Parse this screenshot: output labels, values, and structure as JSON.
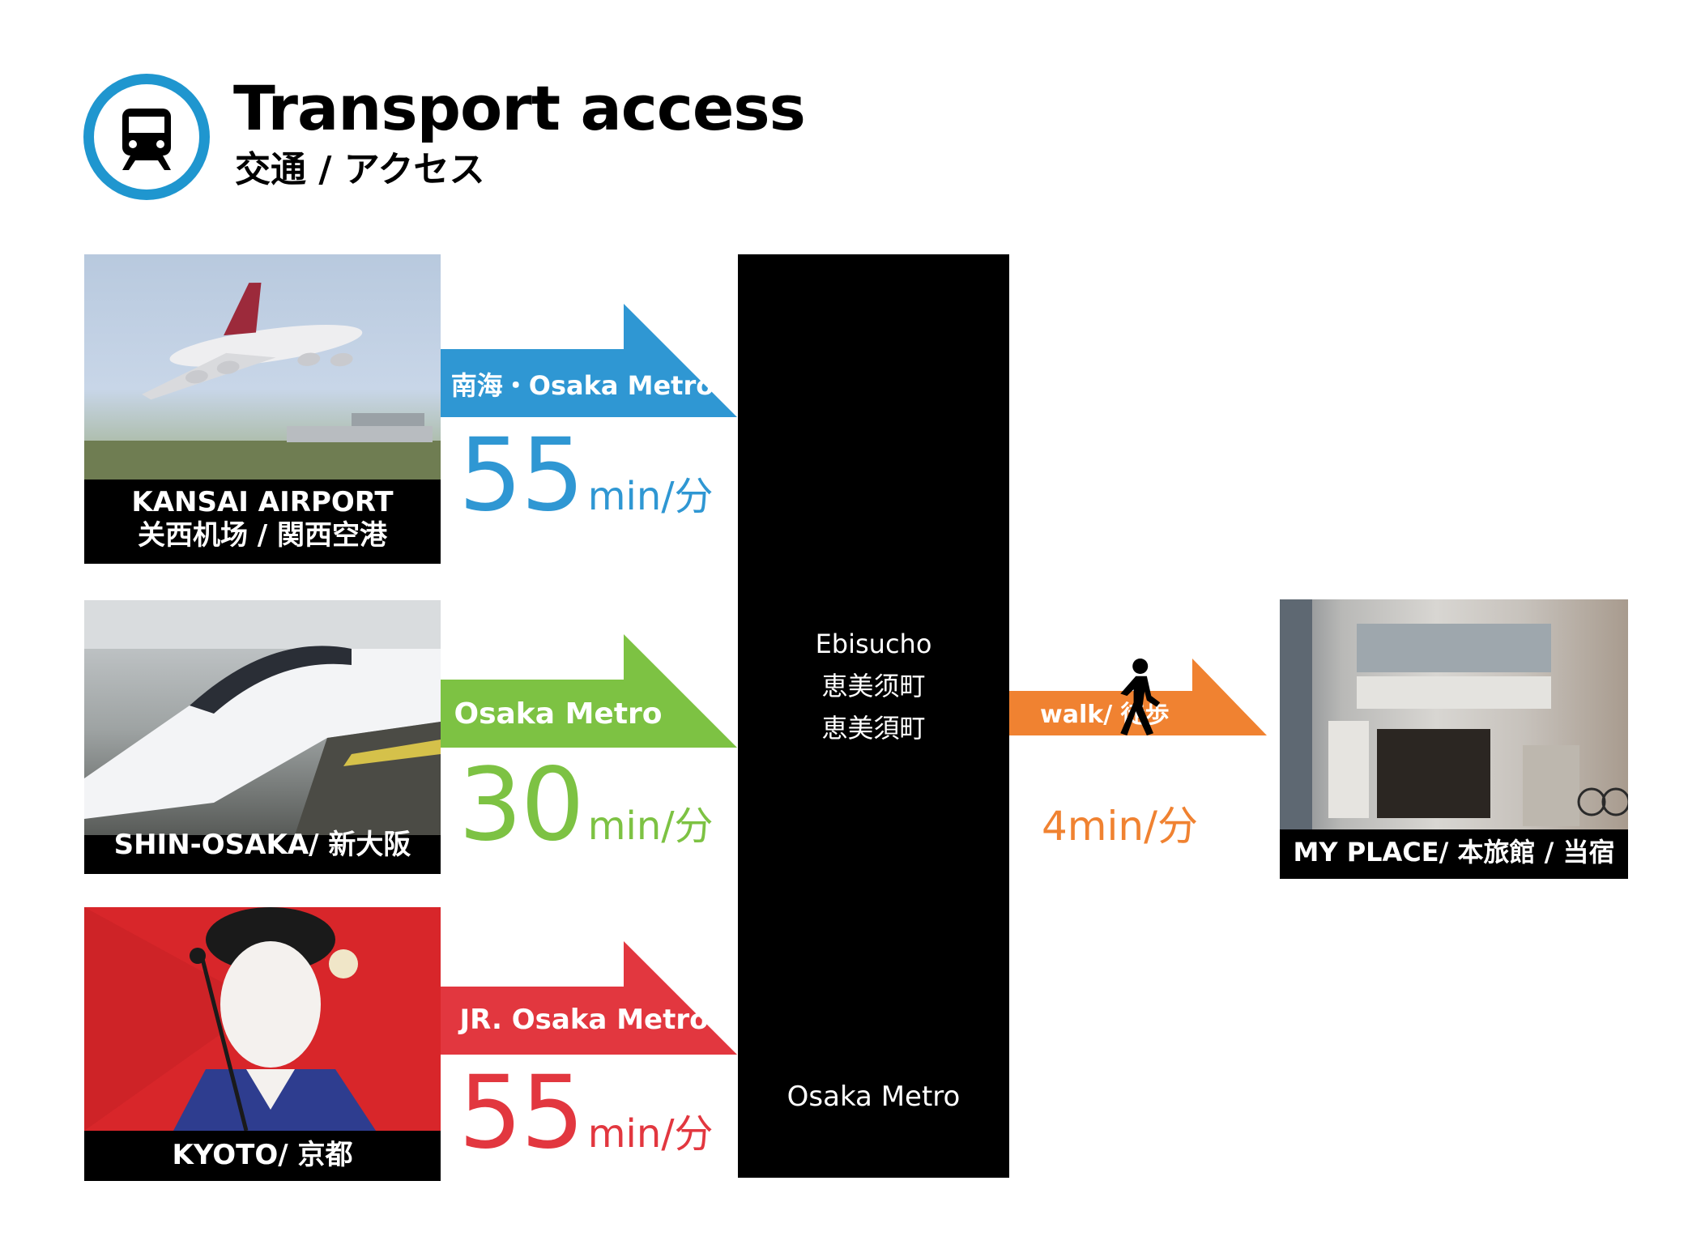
{
  "header": {
    "title": "Transport access",
    "subtitle": "交通 / アクセス",
    "icon": "train-icon",
    "accent_color": "#1f96cf"
  },
  "origins": [
    {
      "name_line1": "KANSAI AIRPORT",
      "name_line2": "关西机场 / 関西空港",
      "image": "airplane-photo"
    },
    {
      "name_line1": "SHIN-OSAKA/ 新大阪",
      "image": "shinkansen-photo"
    },
    {
      "name_line1": "KYOTO/ 京都",
      "image": "geisha-photo"
    }
  ],
  "routes": [
    {
      "line": "南海・Osaka Metro",
      "time": "55",
      "unit": "min/分",
      "color": "#2f97d3"
    },
    {
      "line": "Osaka Metro",
      "time": "30",
      "unit": "min/分",
      "color": "#7dc243"
    },
    {
      "line": "JR. Osaka Metro",
      "time": "55",
      "unit": "min/分",
      "color": "#e2373f"
    }
  ],
  "hub": {
    "names": [
      "Ebisucho",
      "恵美须町",
      "恵美須町"
    ],
    "line": "Osaka Metro"
  },
  "walk": {
    "label": "walk/ 徒歩",
    "time": "4min/分",
    "icon": "walking-person-icon",
    "color": "#f08231"
  },
  "destination": {
    "name": "MY PLACE/ 本旅館 / 当宿",
    "image": "building-photo"
  }
}
